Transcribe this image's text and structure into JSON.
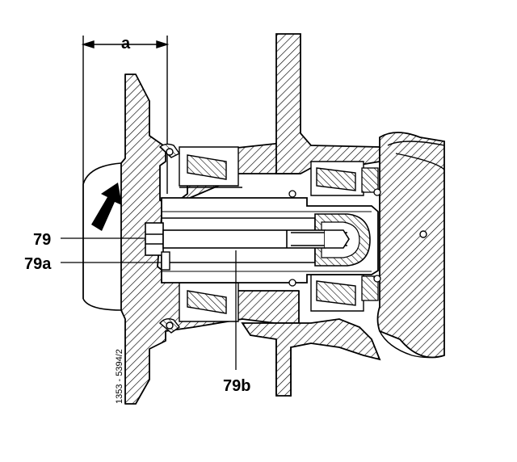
{
  "labels": {
    "dimension_a": "a",
    "part_79": "79",
    "part_79a": "79a",
    "part_79b": "79b"
  },
  "figure_code": "1353 - 5394/2",
  "colors": {
    "ink": "#000000",
    "paper": "#ffffff"
  }
}
